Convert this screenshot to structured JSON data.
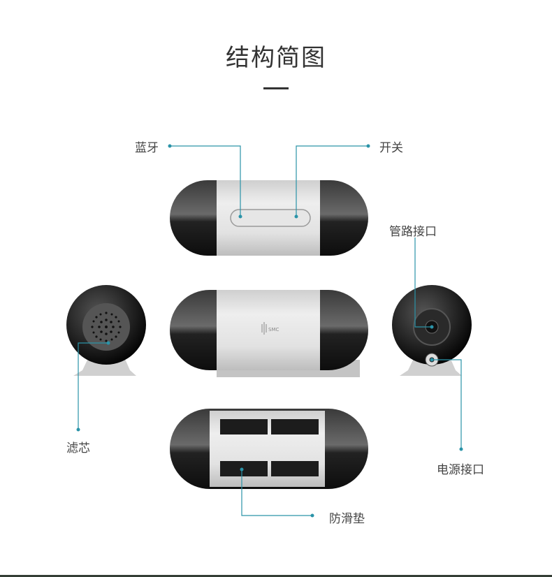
{
  "title": "结构简图",
  "labels": {
    "bluetooth": "蓝牙",
    "switch": "开关",
    "pipe_port": "管路接口",
    "filter": "滤芯",
    "power_port": "电源接口",
    "anti_slip_pad": "防滑垫"
  },
  "logo_text": "SMC",
  "colors": {
    "callout": "#2a93a8",
    "title": "#333333",
    "body_silver": "#d8d8d8",
    "shell_black": "#1a1a1a"
  }
}
